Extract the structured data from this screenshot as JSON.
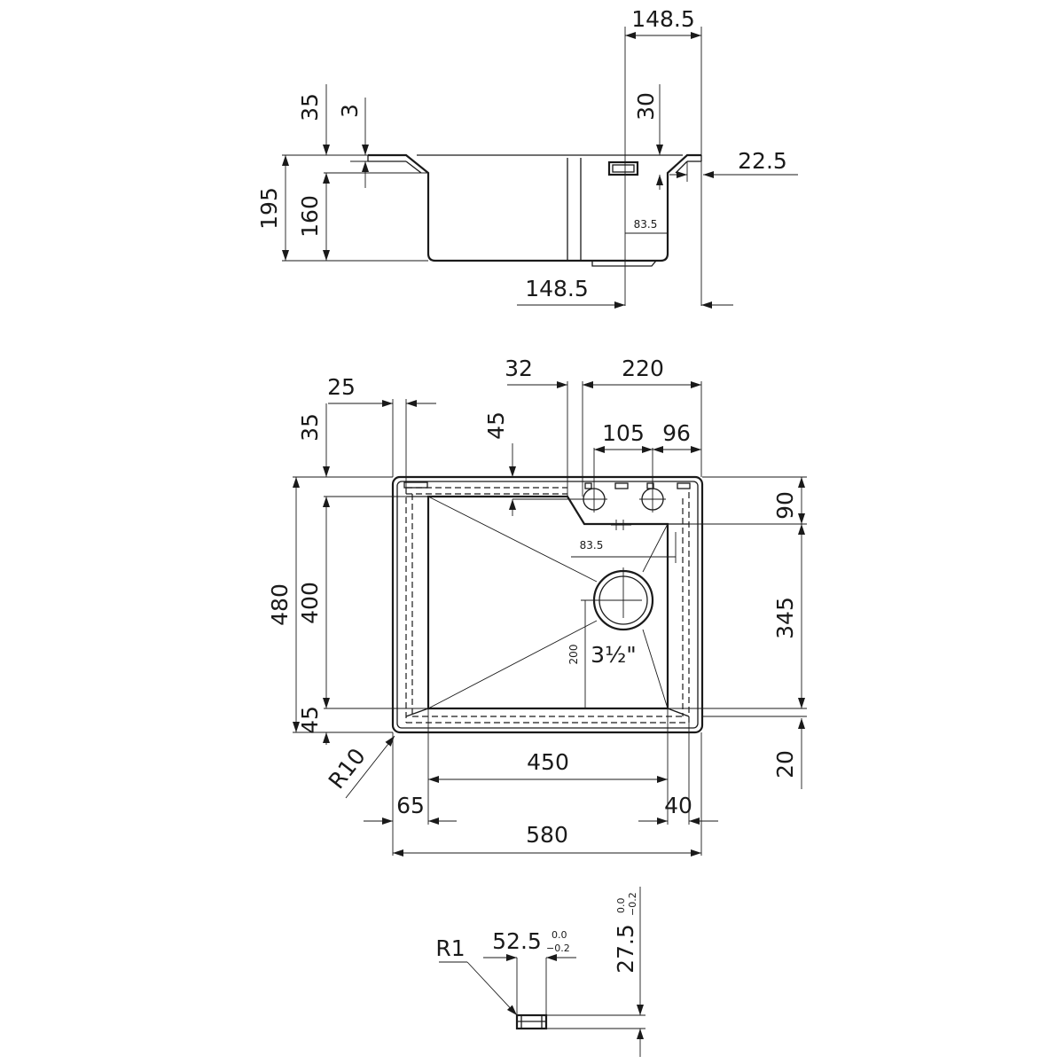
{
  "side_view": {
    "top_width": "148.5",
    "bottom_width": "148.5",
    "rim_height": "35",
    "lip_thickness": "3",
    "overflow_height": "30",
    "overflow_offset": "22.5",
    "overflow_depth": "83.5",
    "total_height": "195",
    "basin_depth": "160"
  },
  "top_view": {
    "left_rim": "25",
    "top_rim": "35",
    "tap_offset": "32",
    "tap_area_width": "220",
    "tap_hole_distance": "105",
    "tap_hole_edge": "96",
    "tap_depth": "45",
    "ledge_height": "90",
    "drain_offset": "83.5",
    "drain_vertical": "200",
    "drain_size": "3½\"",
    "outer_height": "480",
    "inner_height": "400",
    "right_height": "345",
    "bottom_rim": "45",
    "bottom_right_rim": "20",
    "corner_radius": "R10",
    "inner_width": "450",
    "left_margin": "65",
    "right_margin": "40",
    "outer_width": "580"
  },
  "edge_detail": {
    "radius": "R1",
    "width": "52.5",
    "width_tol_upper": "0.0",
    "width_tol_lower": "−0.2",
    "height": "27.5",
    "height_tol_upper": "0.0",
    "height_tol_lower": "−0.2"
  }
}
